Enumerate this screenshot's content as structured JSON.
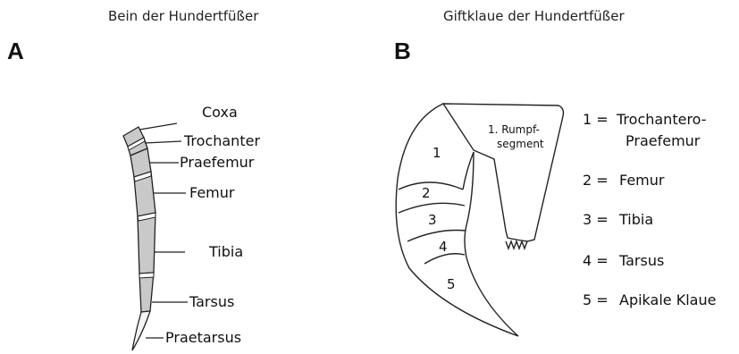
{
  "panelA": {
    "title": "Bein der Hundertfüßer",
    "letter": "A",
    "labels": {
      "coxa": "Coxa",
      "trochanter": "Trochanter",
      "praefemur": "Praefemur",
      "femur": "Femur",
      "tibia": "Tibia",
      "tarsus": "Tarsus",
      "praetarsus": "Praetarsus"
    }
  },
  "panelB": {
    "title": "Giftklaue der Hundertfüßer",
    "letter": "B",
    "segment_label_line1": "1. Rumpf-",
    "segment_label_line2": "segment",
    "numbers": [
      "1",
      "2",
      "3",
      "4",
      "5"
    ],
    "legend": [
      {
        "key": "1 =",
        "line1": "Trochantero-",
        "line2": "Praefemur"
      },
      {
        "key": "2 =",
        "line1": "Femur"
      },
      {
        "key": "3 =",
        "line1": "Tibia"
      },
      {
        "key": "4 =",
        "line1": "Tarsus"
      },
      {
        "key": "5 =",
        "line1": "Apikale Klaue"
      }
    ]
  }
}
